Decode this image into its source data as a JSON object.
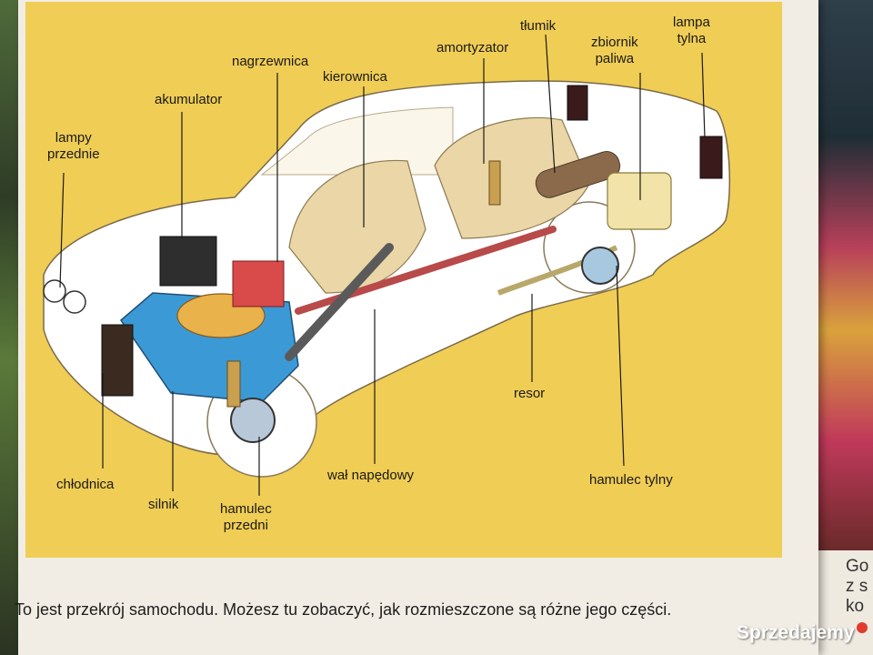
{
  "labels": {
    "lampy_przednie": [
      "lampy",
      "przednie"
    ],
    "akumulator": "akumulator",
    "nagrzewnica": "nagrzewnica",
    "kierownica": "kierownica",
    "amortyzator": "amortyzator",
    "tlumik": "tłumik",
    "zbiornik_paliwa": [
      "zbiornik",
      "paliwa"
    ],
    "lampa_tylna": [
      "lampa",
      "tylna"
    ],
    "resor": "resor",
    "chlodnica": "chłodnica",
    "silnik": "silnik",
    "hamulec_przedni": [
      "hamulec",
      "przedni"
    ],
    "wal_napedowy": "wał napędowy",
    "hamulec_tylny": "hamulec tylny"
  },
  "caption": "To jest przekrój samochodu. Możesz tu zobaczyć, jak rozmieszczone są różne jego części.",
  "right_page_text": [
    "Go",
    "z s",
    "ko"
  ],
  "watermark": "Sprzedajemy",
  "colors": {
    "illustration_bg": "#f0cd55",
    "engine_blue": "#3b9ad6",
    "heater_red": "#d94a4a",
    "seat_beige": "#ead6a6"
  }
}
